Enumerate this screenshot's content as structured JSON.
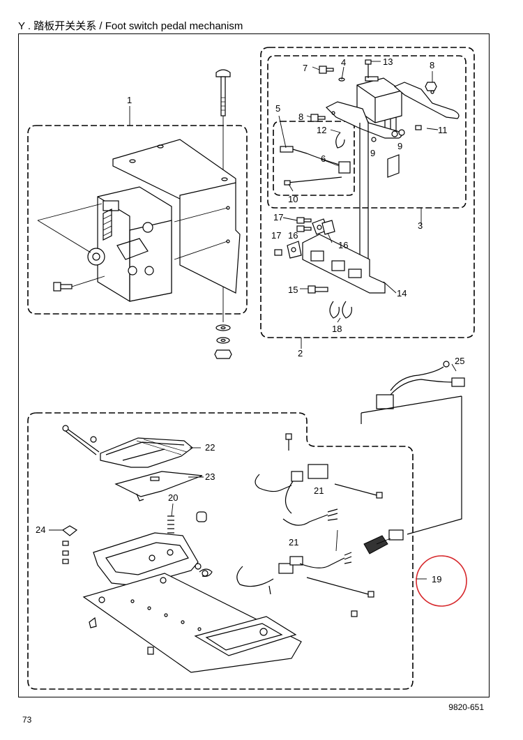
{
  "header": {
    "title": "Y . 踏板开关关系 / Foot switch pedal mechanism"
  },
  "footer": {
    "drawing_code": "9820-651",
    "page_number": "73"
  },
  "callouts": [
    "1",
    "2",
    "3",
    "4",
    "5",
    "6",
    "7",
    "8",
    "8",
    "9",
    "9",
    "10",
    "11",
    "12",
    "13",
    "14",
    "15",
    "16",
    "16",
    "17",
    "17",
    "18",
    "19",
    "20",
    "21",
    "21",
    "22",
    "23",
    "24",
    "25"
  ],
  "highlight": {
    "color": "#d6262a"
  }
}
